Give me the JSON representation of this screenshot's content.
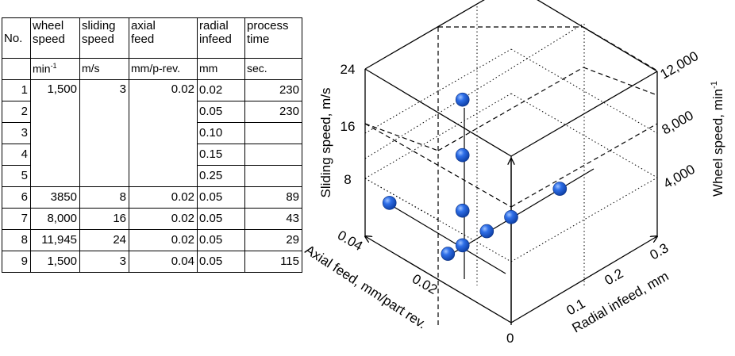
{
  "table": {
    "headers": [
      [
        "No.",
        ""
      ],
      [
        "wheel",
        "speed"
      ],
      [
        "sliding",
        "speed"
      ],
      [
        "axial",
        "feed"
      ],
      [
        "radial",
        "infeed"
      ],
      [
        "process",
        "time"
      ]
    ],
    "units": [
      "",
      "min",
      "m/s",
      "mm/p-rev.",
      "mm",
      "sec."
    ],
    "unit_superscript": "-1",
    "rows": [
      [
        "1",
        "1,500",
        "3",
        "0.02",
        "0.02",
        "230"
      ],
      [
        "2",
        "",
        "",
        "",
        "0.05",
        "230"
      ],
      [
        "3",
        "",
        "",
        "",
        "0.10",
        ""
      ],
      [
        "4",
        "",
        "",
        "",
        "0.15",
        ""
      ],
      [
        "5",
        "",
        "",
        "",
        "0.25",
        ""
      ],
      [
        "6",
        "3850",
        "8",
        "0.02",
        "0.05",
        "89"
      ],
      [
        "7",
        "8,000",
        "16",
        "0.02",
        "0.05",
        "43"
      ],
      [
        "8",
        "11,945",
        "24",
        "0.02",
        "0.05",
        "29"
      ],
      [
        "9",
        "1,500",
        "3",
        "0.04",
        "0.05",
        "115"
      ]
    ]
  },
  "chart_data": {
    "type": "scatter",
    "projection": "3d",
    "axes": {
      "radial_infeed": {
        "label": "Radial infeed, mm",
        "range": [
          0,
          0.3
        ],
        "ticks": [
          "0",
          "0.1",
          "0.2",
          "0.3"
        ]
      },
      "axial_feed": {
        "label": "Axial feed, mm/part rev.",
        "range": [
          0,
          0.04
        ],
        "ticks": [
          "0.02",
          "0.04"
        ]
      },
      "sliding_speed": {
        "label": "Sliding speed, m/s",
        "range": [
          0,
          24
        ],
        "ticks": [
          "8",
          "16",
          "24"
        ]
      },
      "wheel_speed": {
        "label": "Wheel speed, min",
        "label_superscript": "-1",
        "range": [
          0,
          12000
        ],
        "ticks": [
          "4,000",
          "8,000",
          "12,000"
        ]
      }
    },
    "points": [
      {
        "radial_infeed": 0.02,
        "axial_feed": 0.02,
        "sliding_speed": 3
      },
      {
        "radial_infeed": 0.05,
        "axial_feed": 0.02,
        "sliding_speed": 3
      },
      {
        "radial_infeed": 0.1,
        "axial_feed": 0.02,
        "sliding_speed": 3
      },
      {
        "radial_infeed": 0.15,
        "axial_feed": 0.02,
        "sliding_speed": 3
      },
      {
        "radial_infeed": 0.25,
        "axial_feed": 0.02,
        "sliding_speed": 3
      },
      {
        "radial_infeed": 0.05,
        "axial_feed": 0.02,
        "sliding_speed": 8
      },
      {
        "radial_infeed": 0.05,
        "axial_feed": 0.02,
        "sliding_speed": 16
      },
      {
        "radial_infeed": 0.05,
        "axial_feed": 0.02,
        "sliding_speed": 24
      },
      {
        "radial_infeed": 0.05,
        "axial_feed": 0.04,
        "sliding_speed": 3
      }
    ],
    "marker_color": "#1f5fd6"
  }
}
